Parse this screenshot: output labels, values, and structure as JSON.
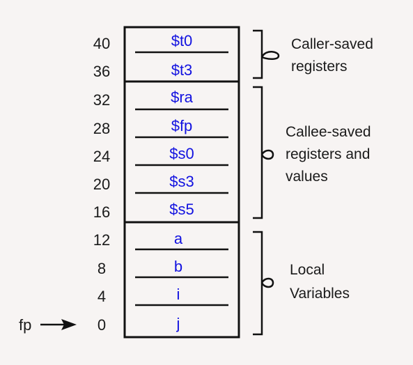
{
  "stack": {
    "slots": [
      {
        "offset": "40",
        "label": "$t0"
      },
      {
        "offset": "36",
        "label": "$t3"
      },
      {
        "offset": "32",
        "label": "$ra"
      },
      {
        "offset": "28",
        "label": "$fp"
      },
      {
        "offset": "24",
        "label": "$s0"
      },
      {
        "offset": "20",
        "label": "$s3"
      },
      {
        "offset": "16",
        "label": "$s5"
      },
      {
        "offset": "12",
        "label": "a"
      },
      {
        "offset": "8",
        "label": "b"
      },
      {
        "offset": "4",
        "label": "i"
      },
      {
        "offset": "0",
        "label": "j"
      }
    ]
  },
  "groups": {
    "caller_saved": {
      "line1": "Caller-saved",
      "line2": "registers"
    },
    "callee_saved": {
      "line1": "Callee-saved",
      "line2": "registers and",
      "line3": "values"
    },
    "local_vars": {
      "line1": "Local",
      "line2": "Variables"
    }
  },
  "pointer": {
    "label": "fp"
  },
  "colors": {
    "slot_text": "#1212e0",
    "text": "#1a1a1a",
    "lines": "#111111",
    "background": "#f7f4f3"
  }
}
